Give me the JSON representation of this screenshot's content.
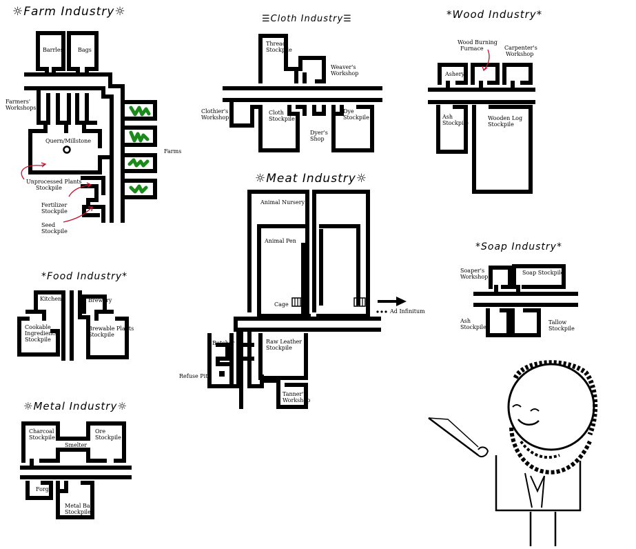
{
  "sections": {
    "farm": {
      "title": "☼Farm Industry☼",
      "labels": {
        "barrels": "Barrles",
        "bags": "Bags",
        "farmers_workshops": "Farmers'\nWorkshops",
        "quern": "Quern/Millstone",
        "farms": "Farms",
        "unprocessed": "Unprocessed Plants\nStockpile",
        "fertilizer": "Fertilizer\nStockpile",
        "seed": "Seed\nStockpile"
      }
    },
    "cloth": {
      "title": "☰Cloth Industry☰",
      "labels": {
        "thread": "Thread\nStockpile",
        "weaver": "Weaver's\nWorkshop",
        "clothier": "Clothier's\nWorkshop",
        "cloth_stockpile": "Cloth\nStockpile",
        "dye_stockpile": "Dye\nStockpile",
        "dyer": "Dyer's\nShop"
      }
    },
    "wood": {
      "title": "*Wood Industry*",
      "labels": {
        "burning": "Wood Burning\nFurnace",
        "carpenter": "Carpenter's\nWorkshop",
        "ashery": "Ashery",
        "ash": "Ash\nStockpile",
        "wooden_log": "Wooden Log\nStockpile"
      }
    },
    "meat": {
      "title": "☼Meat Industry☼",
      "labels": {
        "nursery": "Animal Nursery",
        "pen": "Animal Pen",
        "cage": "Cage",
        "ad_infinitum": "Ad Infinitum",
        "butcher": "Butcher",
        "raw_leather": "Raw Leather\nStockpile",
        "refuse": "Refuse Pit",
        "tanner": "Tanner's\nWorkshop"
      }
    },
    "food": {
      "title": "*Food Industry*",
      "labels": {
        "kitchen": "Kitchen",
        "brewery": "Brewery",
        "cookable": "Cookable\nIngredients\nStockpile",
        "brewable": "Brewable Plants\nStockpile"
      }
    },
    "soap": {
      "title": "*Soap Industry*",
      "labels": {
        "soaper": "Soaper's\nWorkshop",
        "soap_stockpile": "Soap Stockpile",
        "ash": "Ash\nStockpile",
        "tallow": "Tallow\nStockpile"
      }
    },
    "metal": {
      "title": "☼Metal Industry☼",
      "labels": {
        "charcoal": "Charcoal\nStockpile",
        "ore": "Ore\nStockpile",
        "smelter": "Smelter",
        "forge": "Forge",
        "metal_bar": "Metal Bar\nStockpile"
      }
    }
  },
  "colors": {
    "wall": "#000000",
    "annotation_arrow": "#c8102e",
    "farm_plants": "#1a8a1a",
    "background": "#ffffff"
  }
}
